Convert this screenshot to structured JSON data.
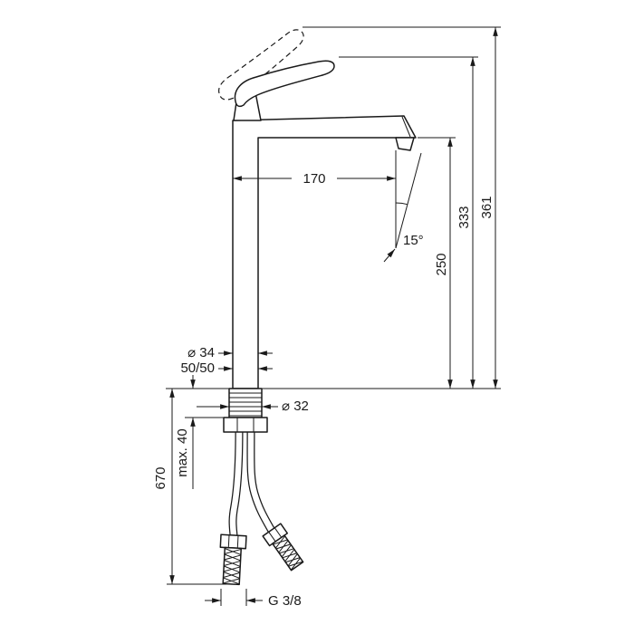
{
  "drawing": {
    "background": "#ffffff",
    "line_color": "#1a1a1a",
    "type": "technical-dimension-drawing"
  },
  "labels": {
    "reach": "170",
    "angle": "15°",
    "spout_height": "250",
    "handle_height": "333",
    "total_height": "361",
    "body_diameter": "⌀ 34",
    "split": "50/50",
    "shank_diameter": "⌀ 32",
    "max_mounting_depth": "max. 40",
    "hose_length": "670",
    "thread_size": "G 3/8"
  }
}
